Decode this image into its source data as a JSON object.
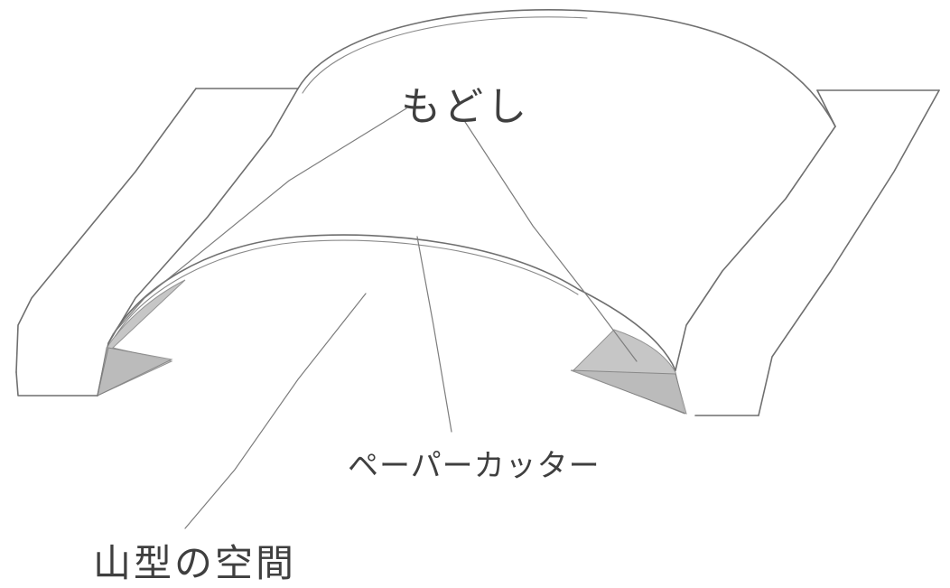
{
  "diagram": {
    "labels": {
      "modoshi": "もどし",
      "paper_cutter": "ペーパーカッター",
      "mountain_space": "山型の空間"
    },
    "colors": {
      "pencil": "#6f6f6f",
      "shade": "#b9b9b9",
      "text": "#3f3f3f",
      "background": "#ffffff"
    }
  }
}
